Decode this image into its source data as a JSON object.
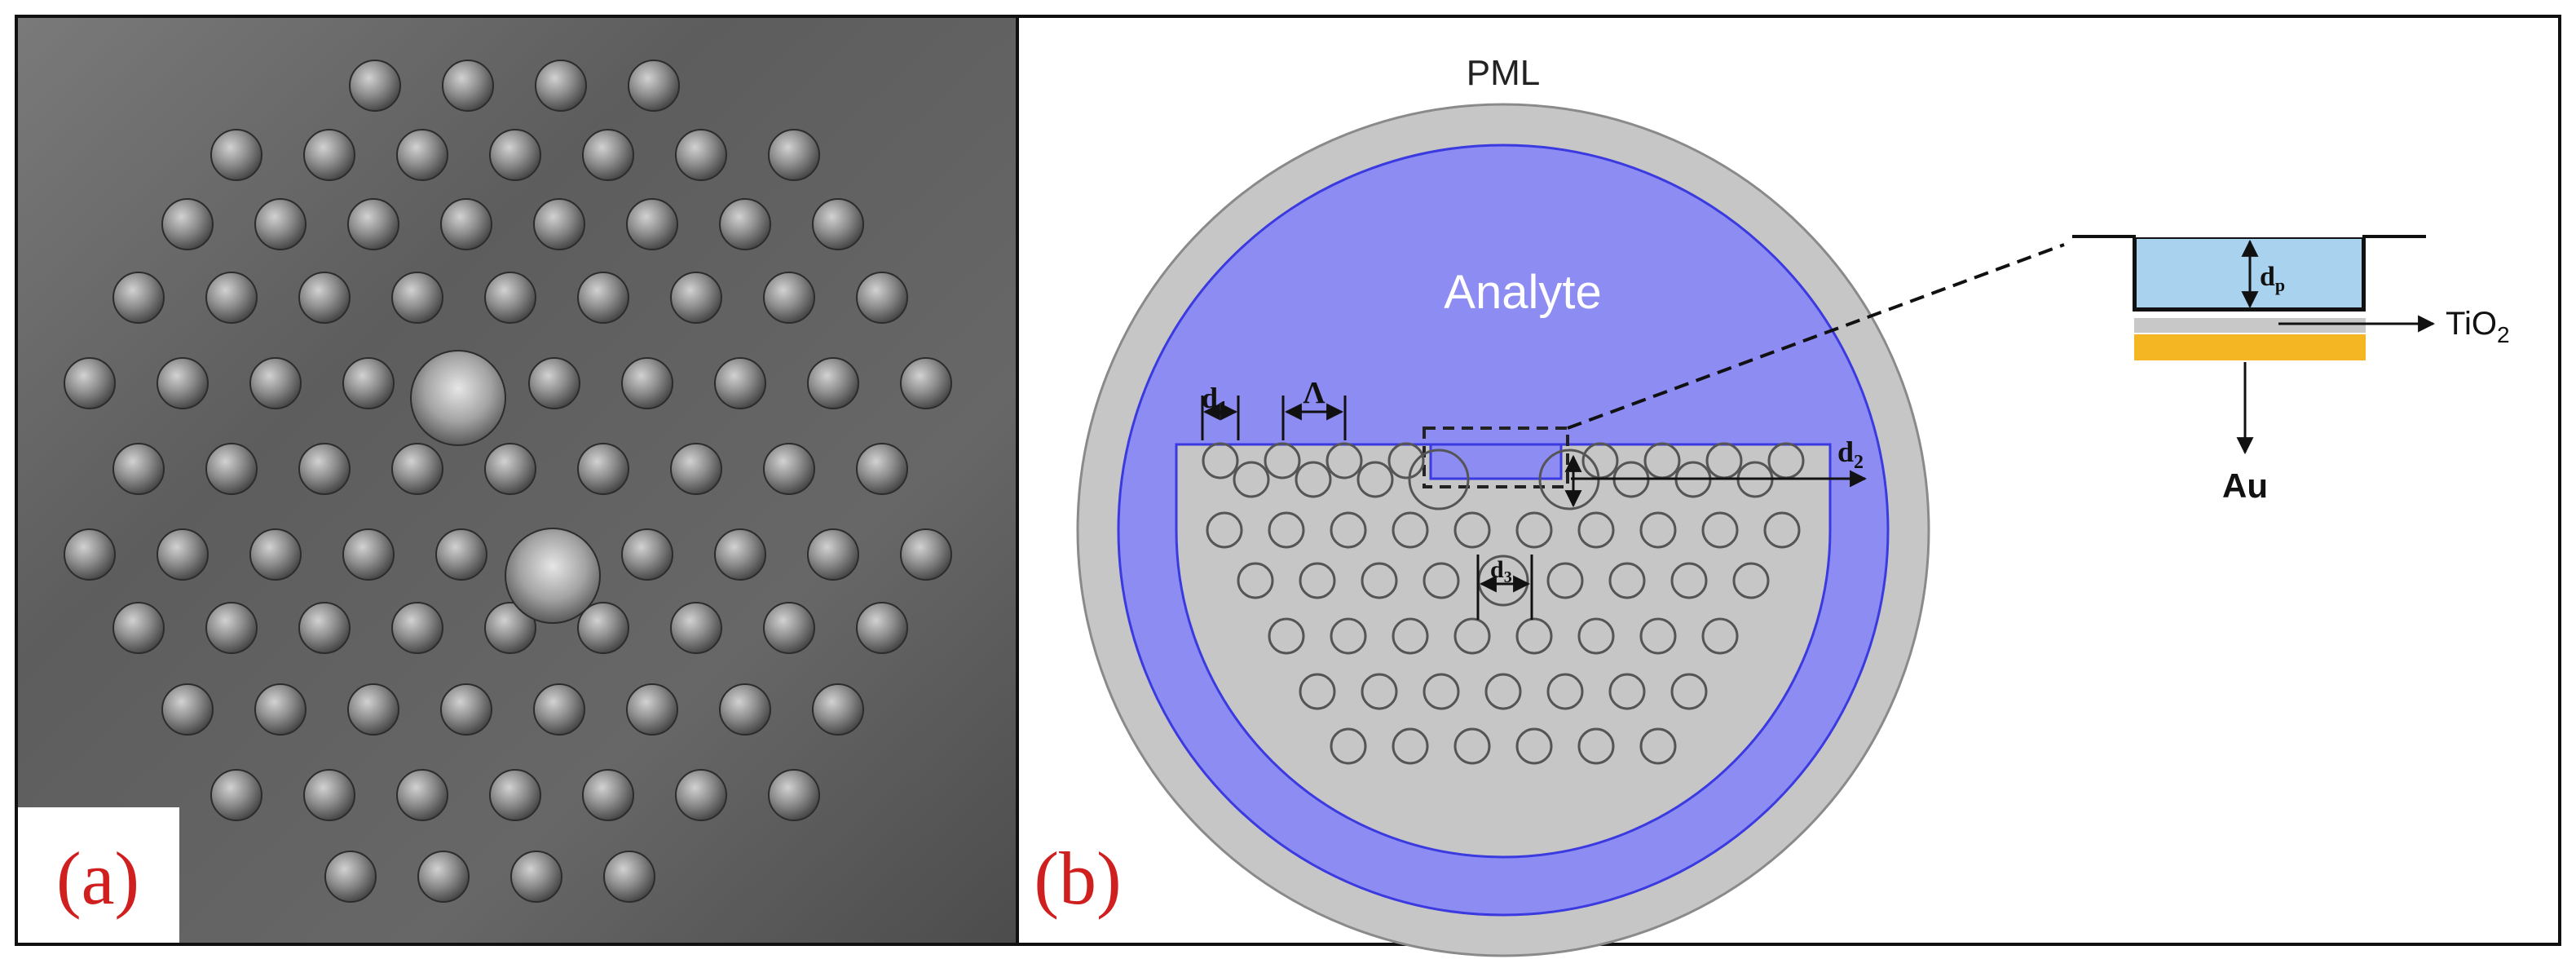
{
  "panel_a": {
    "label": "(a)"
  },
  "panel_b": {
    "label": "(b)",
    "pml_label": "PML",
    "analyte_label": "Analyte",
    "dims": {
      "d1": {
        "main": "d",
        "sub": "1"
      },
      "lambda": {
        "main": "Λ"
      },
      "d2": {
        "main": "d",
        "sub": "2"
      },
      "d3": {
        "main": "d",
        "sub": "3"
      }
    },
    "inset": {
      "dp": {
        "main": "d",
        "sub": "p"
      },
      "tio2": {
        "main": "TiO",
        "sub": "2"
      },
      "au": "Au"
    }
  },
  "colors": {
    "frame": "#111111",
    "sem_bg": "#5e5e5e",
    "pml_gray": "#c6c6c6",
    "analyte_blue": "#8c8cf2",
    "analyte_edge": "#3a3ae0",
    "hole_stroke": "#555555",
    "polymer_blue": "#a9d2ee",
    "tio2_gray": "#c8c8c8",
    "gold": "#f5b623",
    "panel_label_red": "#d01f1f"
  }
}
